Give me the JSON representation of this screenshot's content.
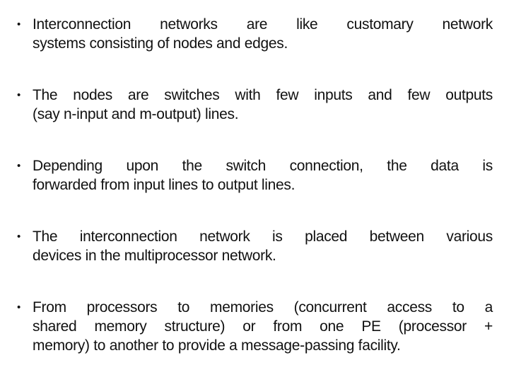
{
  "slide": {
    "background_color": "#ffffff",
    "text_color": "#111111",
    "bullet_char": "•",
    "bullets": [
      {
        "lines": [
          "Interconnection networks are like customary network",
          "systems consisting of nodes and edges."
        ]
      },
      {
        "lines": [
          "The nodes are switches with few inputs and few outputs",
          "(say n-input and m-output) lines."
        ]
      },
      {
        "lines": [
          "Depending upon the switch connection, the data is",
          "forwarded from input lines to output lines."
        ]
      },
      {
        "lines": [
          "The interconnection network is placed between various",
          "devices in the multiprocessor network."
        ]
      },
      {
        "lines": [
          "From processors to memories (concurrent access to a",
          "shared memory structure) or from one PE (processor +",
          "memory) to another to provide a message-passing facility."
        ]
      }
    ]
  }
}
